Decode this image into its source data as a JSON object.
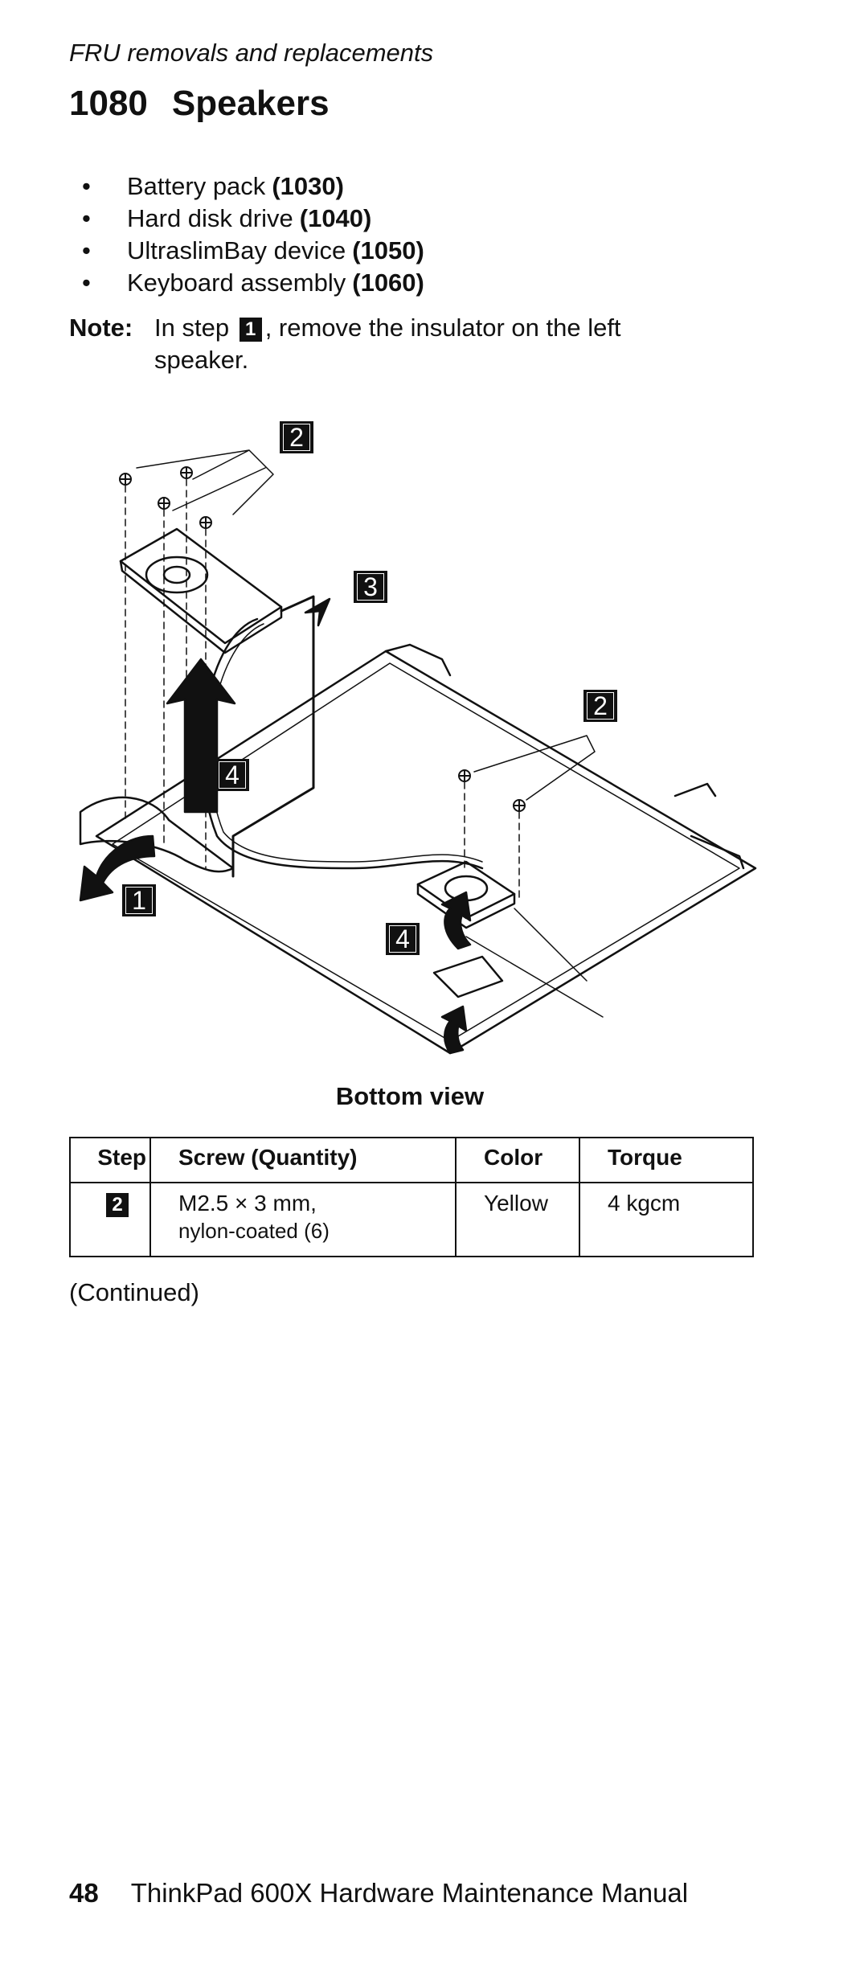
{
  "header": {
    "running_head": "FRU removals and replacements"
  },
  "section": {
    "number": "1080",
    "title": "Speakers"
  },
  "prerequisites": [
    {
      "label": "Battery pack",
      "ref": "(1030)"
    },
    {
      "label": "Hard disk drive",
      "ref": "(1040)"
    },
    {
      "label": "UltraslimBay device",
      "ref": "(1050)"
    },
    {
      "label": "Keyboard assembly",
      "ref": "(1060)"
    }
  ],
  "note": {
    "label": "Note:",
    "before": "In step",
    "step": "1",
    "after": ", remove the insulator on the left speaker."
  },
  "figure": {
    "callouts": [
      "2",
      "3",
      "2",
      "4",
      "1",
      "4"
    ],
    "caption": "Bottom view"
  },
  "screw_table": {
    "headers": {
      "step": "Step",
      "screw": "Screw (Quantity)",
      "color": "Color",
      "torque": "Torque"
    },
    "rows": [
      {
        "step": "2",
        "screw_line1": "M2.5 × 3 mm,",
        "screw_line2": "nylon-coated (6)",
        "color": "Yellow",
        "torque": "4 kgcm"
      }
    ]
  },
  "continued": "(Continued)",
  "footer": {
    "page_number": "48",
    "manual_title": "ThinkPad 600X Hardware Maintenance Manual"
  }
}
